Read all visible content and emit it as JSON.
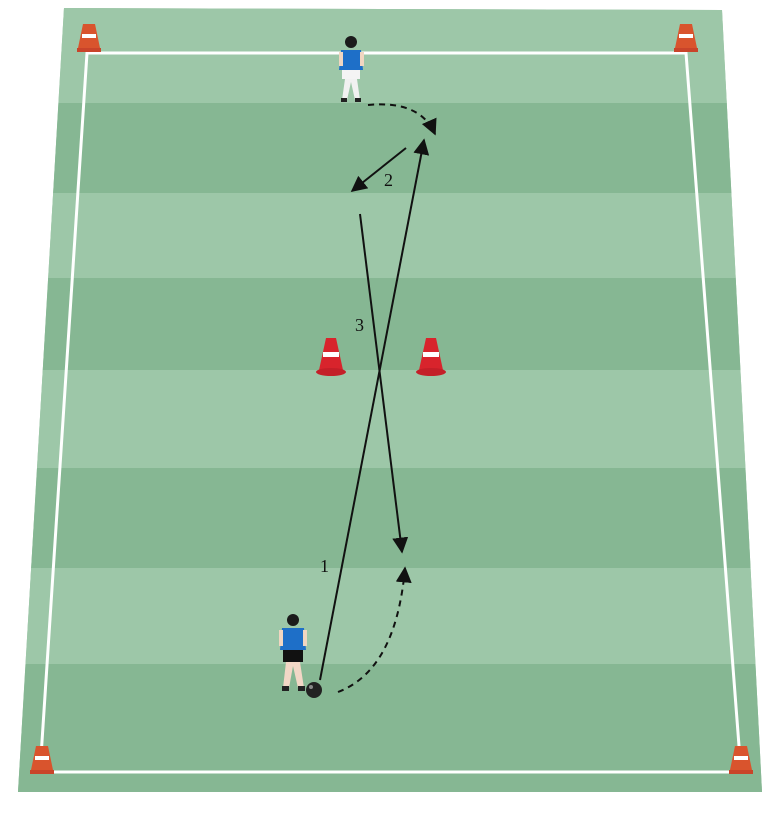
{
  "diagram": {
    "sequence_labels": {
      "pass": "1",
      "return_pass": "2",
      "through_pass": "3"
    },
    "colors": {
      "pitch_light": "#9cc6a6",
      "pitch_dark": "#86b894",
      "pitch_outer": "#8fbf9b",
      "lines": "#ffffff",
      "arrows": "#111111",
      "cone_orange": "#e0502a",
      "cone_red": "#d8242c",
      "player_shirt": "#1e6fc8"
    },
    "elements": {
      "players": [
        "player-top",
        "player-bottom"
      ],
      "cones": [
        "corner-cone-tl",
        "corner-cone-tr",
        "corner-cone-bl",
        "corner-cone-br",
        "gate-cone-left",
        "gate-cone-right"
      ],
      "ball": "ball-icon"
    }
  }
}
